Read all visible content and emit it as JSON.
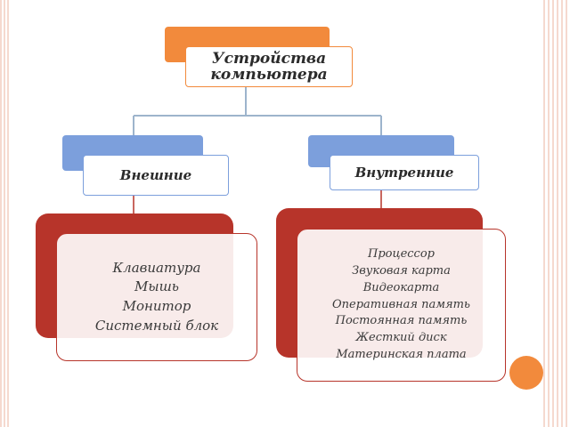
{
  "colors": {
    "orange": "#f28a3c",
    "blue": "#7c9fdc",
    "red": "#b7342a",
    "connector": "#9db4cc"
  },
  "root": {
    "label": "Устройства компьютера"
  },
  "branches": [
    {
      "label": "Внешние",
      "items": [
        "Клавиатура",
        "Мышь",
        "Монитор",
        "Системный блок"
      ]
    },
    {
      "label": "Внутренние",
      "items": [
        "Процессор",
        "Звуковая карта",
        "Видеокарта",
        "Оперативная память",
        "Постоянная память",
        "Жесткий диск",
        "Материнская плата"
      ]
    }
  ]
}
